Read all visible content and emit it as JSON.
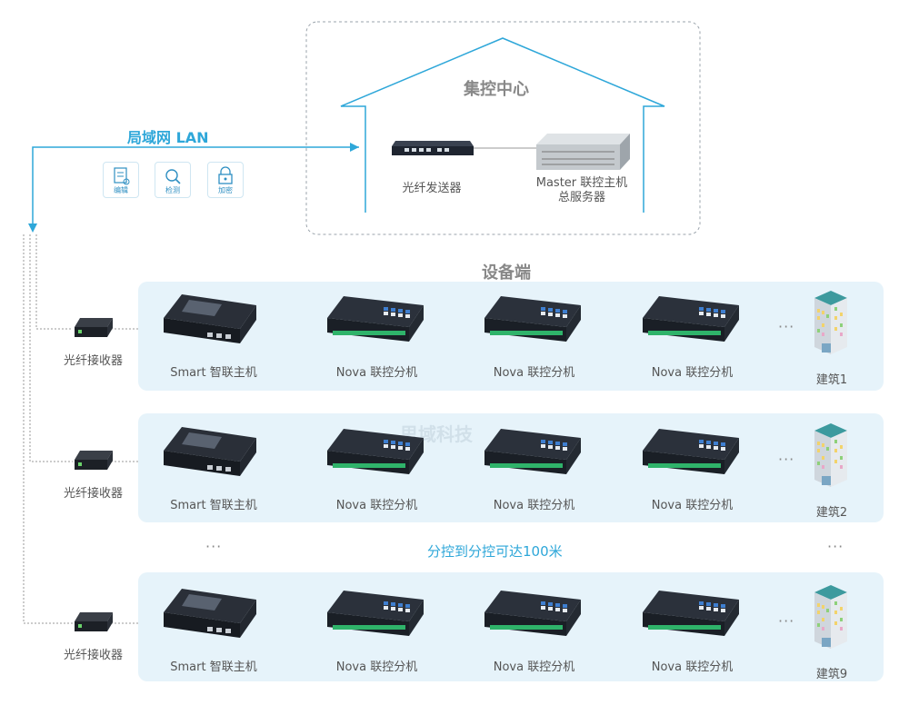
{
  "center": {
    "title": "集控中心",
    "transmitter": "光纤发送器",
    "server_line1": "Master 联控主机",
    "server_line2": "总服务器"
  },
  "lan": {
    "label": "局域网 LAN",
    "icons": [
      "编辑",
      "检测",
      "加密"
    ]
  },
  "device_side": {
    "title": "设备端"
  },
  "rows": [
    {
      "receiver": "光纤接收器",
      "smart": "Smart 智联主机",
      "nova": [
        "Nova 联控分机",
        "Nova 联控分机",
        "Nova 联控分机"
      ],
      "building": "建筑1"
    },
    {
      "receiver": "光纤接收器",
      "smart": "Smart 智联主机",
      "nova": [
        "Nova 联控分机",
        "Nova 联控分机",
        "Nova 联控分机"
      ],
      "building": "建筑2"
    },
    {
      "receiver": "光纤接收器",
      "smart": "Smart 智联主机",
      "nova": [
        "Nova 联控分机",
        "Nova 联控分机",
        "Nova 联控分机"
      ],
      "building": "建筑9"
    }
  ],
  "distance_note": "分控到分控可达100米",
  "ellipsis": "···",
  "watermark": "思域科技",
  "colors": {
    "accent": "#2ea7d9",
    "band": "#e6f3fa",
    "device": "#1f2530"
  }
}
